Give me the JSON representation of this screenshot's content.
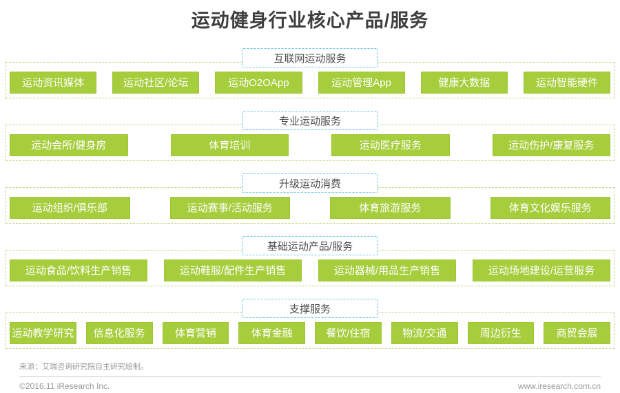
{
  "page": {
    "title": "运动健身行业核心产品/服务",
    "colors": {
      "item_green": "#a5cd3c",
      "section_border_green": "#b9da7e",
      "header_border_cyan": "#6ac6e7",
      "title_color": "#3e3e3e",
      "footer_gray": "#999999"
    }
  },
  "sections": [
    {
      "header": "互联网运动服务",
      "items": [
        "运动资讯媒体",
        "运动社区/论坛",
        "运动O2OApp",
        "运动管理App",
        "健康大数据",
        "运动智能硬件"
      ]
    },
    {
      "header": "专业运动服务",
      "items": [
        "运动会所/健身房",
        "体育培训",
        "运动医疗服务",
        "运动伤护/康复服务"
      ]
    },
    {
      "header": "升级运动消费",
      "items": [
        "运动组织/俱乐部",
        "运动赛事/活动服务",
        "体育旅游服务",
        "体育文化娱乐服务"
      ]
    },
    {
      "header": "基础运动产品/服务",
      "items": [
        "运动食品/饮料生产销售",
        "运动鞋服/配件生产销售",
        "运动器械/用品生产销售",
        "运动场地建设/运营服务"
      ]
    },
    {
      "header": "支撑服务",
      "items": [
        "运动教学研究",
        "信息化服务",
        "体育营销",
        "体育金融",
        "餐饮/住宿",
        "物流/交通",
        "周边衍生",
        "商贸会展"
      ]
    }
  ],
  "footer": {
    "source": "来源：艾瑞咨询研究院自主研究绘制。",
    "copyright": "©2016.11 iResearch Inc.",
    "website": "www.iresearch.com.cn"
  }
}
